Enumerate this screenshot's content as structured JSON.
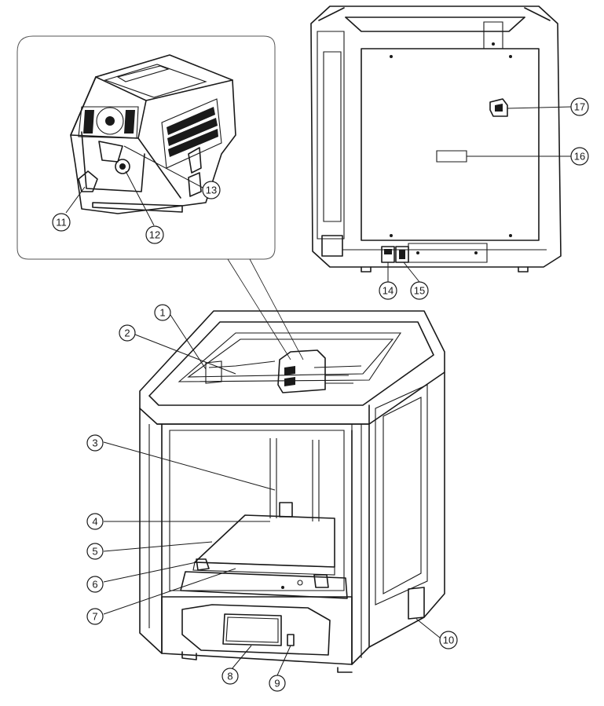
{
  "callouts": [
    {
      "id": "1",
      "label": "1"
    },
    {
      "id": "2",
      "label": "2"
    },
    {
      "id": "3",
      "label": "3"
    },
    {
      "id": "4",
      "label": "4"
    },
    {
      "id": "5",
      "label": "5"
    },
    {
      "id": "6",
      "label": "6"
    },
    {
      "id": "7",
      "label": "7"
    },
    {
      "id": "8",
      "label": "8"
    },
    {
      "id": "9",
      "label": "9"
    },
    {
      "id": "10",
      "label": "10"
    },
    {
      "id": "11",
      "label": "11"
    },
    {
      "id": "12",
      "label": "12"
    },
    {
      "id": "13",
      "label": "13"
    },
    {
      "id": "14",
      "label": "14"
    },
    {
      "id": "15",
      "label": "15"
    },
    {
      "id": "16",
      "label": "16"
    },
    {
      "id": "17",
      "label": "17"
    }
  ],
  "colors": {
    "line": "#1a1a1a",
    "background": "#ffffff",
    "detail_panel_border": "#555555"
  }
}
